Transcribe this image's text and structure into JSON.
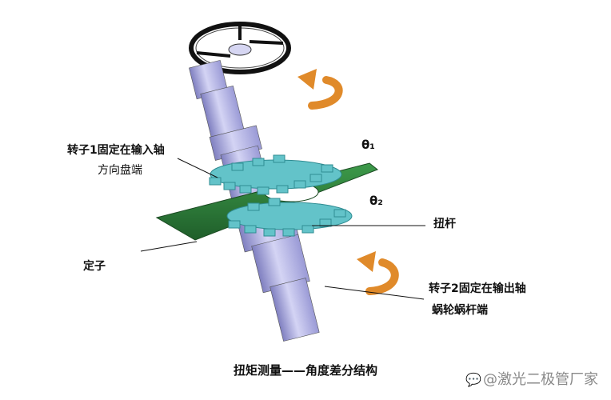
{
  "labels": {
    "rotor1_line1": "转子1固定在输入轴",
    "rotor1_line2": "方向盘端",
    "theta1": "θ₁",
    "theta2": "θ₂",
    "torsion_bar": "扭杆",
    "stator": "定子",
    "rotor2_line1": "转子2固定在输出轴",
    "rotor2_line2": "蜗轮蜗杆端"
  },
  "caption": "扭矩测量——角度差分结构",
  "watermark": {
    "icon": "wechat-icon",
    "text": "@激光二极管厂家"
  },
  "colors": {
    "shaft": "#b9b9ea",
    "shaft_dark": "#8484c4",
    "stator": "#2f7d3c",
    "rotor": "#63c3c9",
    "arrow": "#e08a2a"
  }
}
